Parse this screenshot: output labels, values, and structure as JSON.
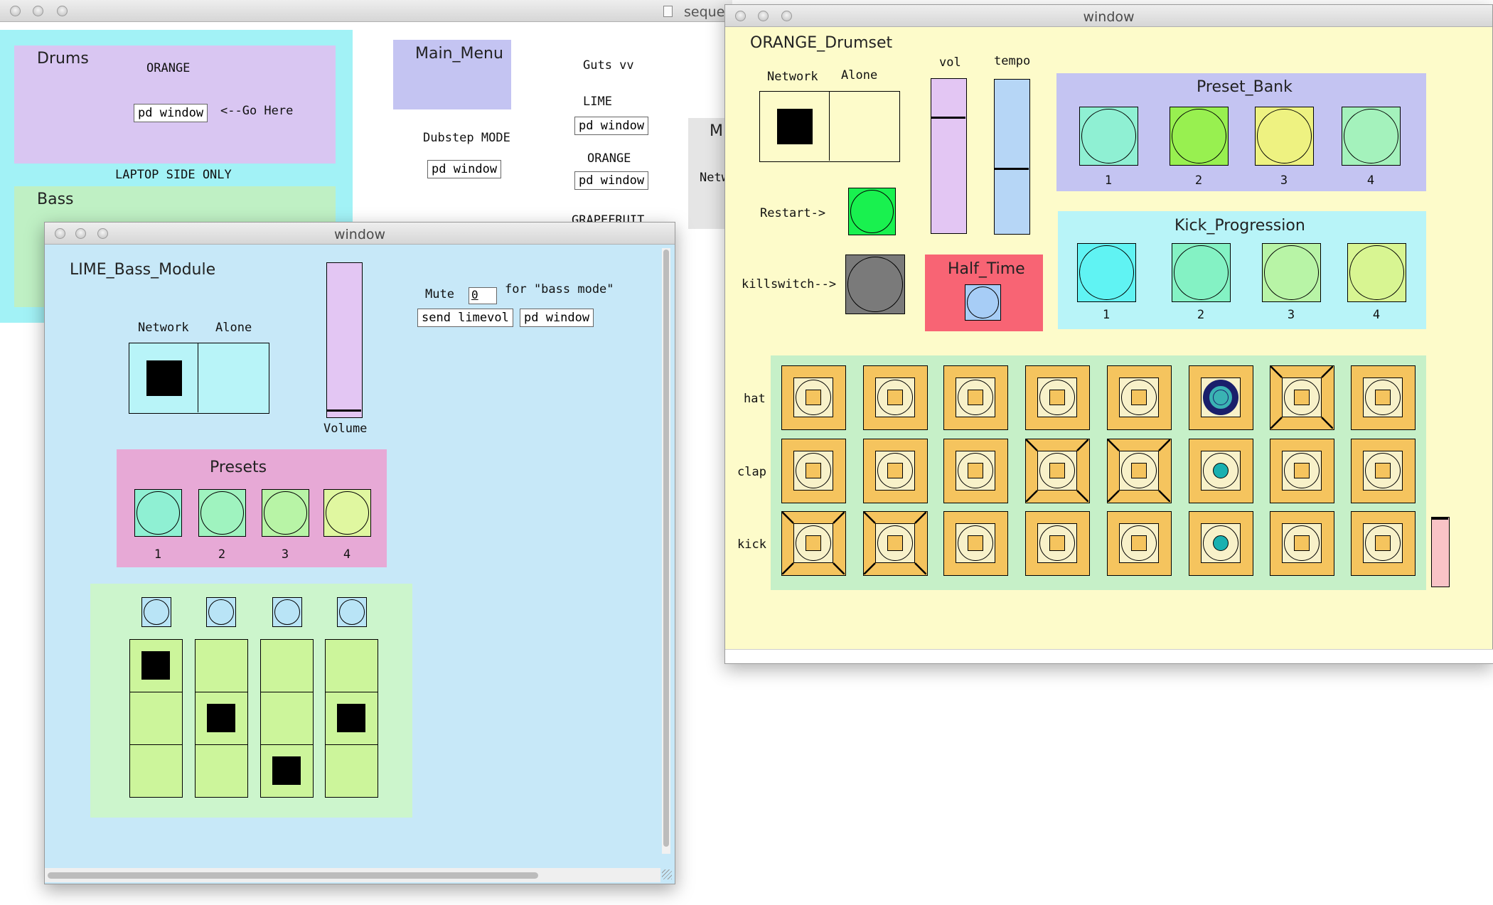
{
  "colors": {
    "cyan_panel": "#a2f2f6",
    "lavender": "#d9c6f2",
    "mint": "#bff0c4",
    "bass_bg": "#c7e8f8",
    "drumset_bg": "#fdfbca",
    "pink_presets": "#e7a9d6",
    "half_time_red": "#f86474",
    "pad_orange": "#f5c45e"
  },
  "back_window": {
    "title": "seque",
    "drums_title": "Drums",
    "orange_label": "ORANGE",
    "pd_window_label": "pd window",
    "go_here": "<--Go Here",
    "laptop_side_only": "LAPTOP SIDE ONLY",
    "bass_title": "Bass",
    "main_menu": "Main_Menu",
    "guts": "Guts vv",
    "lime": "LIME",
    "dubstep_mode": "Dubstep MODE",
    "orange": "ORANGE",
    "grapefruit": "GRAPEFRUIT",
    "mi_label": "MI",
    "netw_label": "Netw",
    "pd_window_lime": "pd window",
    "pd_window_dubstep": "pd window",
    "pd_window_orange": "pd window"
  },
  "lime_window": {
    "title": "window",
    "module_title": "LIME_Bass_Module",
    "network": "Network",
    "alone": "Alone",
    "volume": "Volume",
    "mute": "Mute",
    "mute_value": "0",
    "bass_mode": "for \"bass mode\"",
    "send_limevol": "send limevol",
    "pd_window": "pd window",
    "presets_title": "Presets",
    "presets": [
      "1",
      "2",
      "3",
      "4"
    ],
    "volume_level": 0.02
  },
  "drum_window": {
    "title": "window",
    "drumset_title": "ORANGE_Drumset",
    "network": "Network",
    "alone": "Alone",
    "vol": "vol",
    "tempo": "tempo",
    "restart": "Restart->",
    "killswitch": "killswitch-->",
    "half_time": "Half_Time",
    "preset_bank_title": "Preset_Bank",
    "preset_bank": [
      "1",
      "2",
      "3",
      "4"
    ],
    "kick_prog_title": "Kick_Progression",
    "kick_prog": [
      "1",
      "2",
      "3",
      "4"
    ],
    "rows": [
      "hat",
      "clap",
      "kick"
    ],
    "vol_level": 0.75,
    "tempo_level": 0.41
  }
}
